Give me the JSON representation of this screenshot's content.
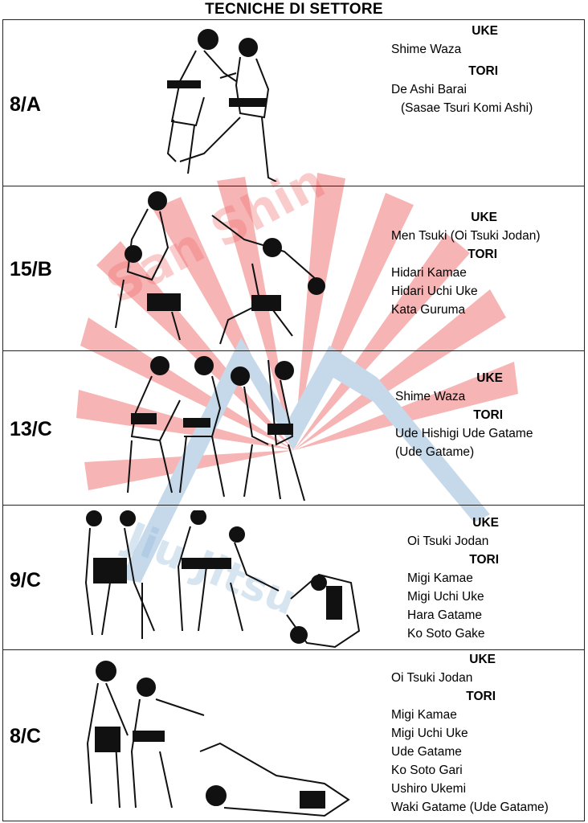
{
  "page_title": "TECNICHE DI SETTORE",
  "watermark": {
    "text_red": "San Shin",
    "text_blue": "Jiu Jitsu",
    "color_red": "#ef6b6b",
    "color_blue": "#8cb4d8"
  },
  "rows": [
    {
      "code": "8/A",
      "uke_label": "UKE",
      "tori_label": "TORI",
      "uke": [
        "Shime Waza"
      ],
      "tori": [
        "De Ashi Barai",
        "(Sasae Tsuri Komi Ashi)"
      ]
    },
    {
      "code": "15/B",
      "uke_label": "UKE",
      "tori_label": "TORI",
      "uke": [
        "Men Tsuki (Oi Tsuki Jodan)"
      ],
      "tori": [
        "Hidari Kamae",
        "Hidari Uchi Uke",
        "Kata Guruma"
      ]
    },
    {
      "code": "13/C",
      "uke_label": "UKE",
      "tori_label": "TORI",
      "uke": [
        "Shime Waza"
      ],
      "tori": [
        "Ude Hishigi Ude Gatame",
        "(Ude Gatame)"
      ]
    },
    {
      "code": "9/C",
      "uke_label": "UKE",
      "tori_label": "TORI",
      "uke": [
        "Oi Tsuki Jodan"
      ],
      "tori": [
        "Migi Kamae",
        "Migi Uchi Uke",
        "Hara Gatame",
        "Ko Soto Gake"
      ]
    },
    {
      "code": "8/C",
      "uke_label": "UKE",
      "tori_label": "TORI",
      "uke": [
        "Oi Tsuki Jodan"
      ],
      "tori": [
        "Migi Kamae",
        "Migi Uchi Uke",
        "Ude Gatame",
        "Ko Soto Gari",
        "Ushiro Ukemi",
        "Waki Gatame (Ude Gatame)"
      ]
    }
  ]
}
